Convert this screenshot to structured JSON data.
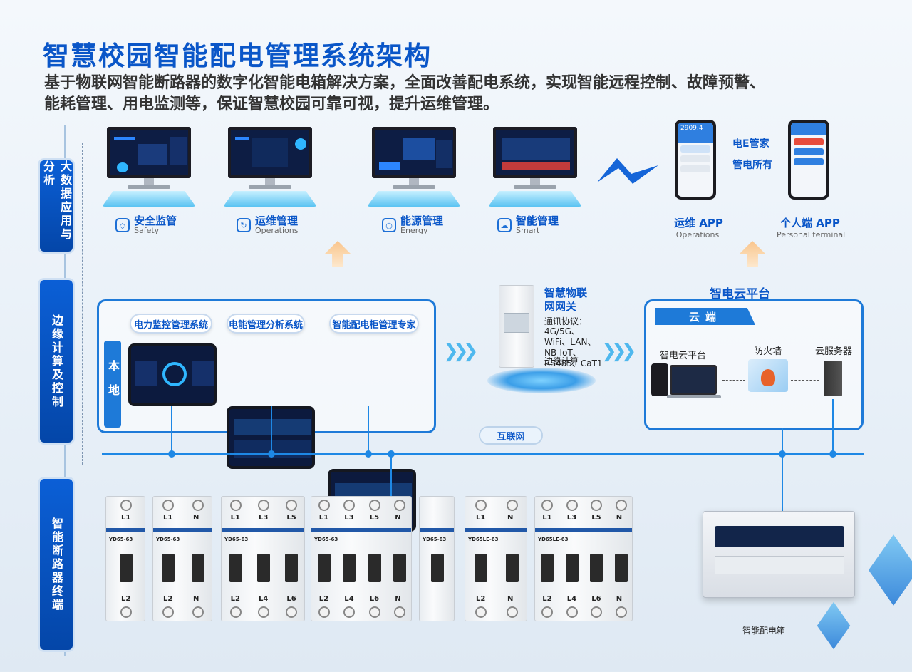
{
  "title": "智慧校园智能配电管理系统架构",
  "subtitle_line1": "基于物联网智能断路器的数字化智能电箱解决方案，全面改善配电系统，实现智能远程控制、故障预警、",
  "subtitle_line2": "能耗管理、用电监测等，保证智慧校园可靠可视，提升运维管理。",
  "layers": {
    "top": "大数据应用与分析",
    "middle": "边缘计算及控制",
    "bottom": "智能断路器终端"
  },
  "apps": [
    {
      "cn": "安全监管",
      "en": "Safety",
      "icon": "shield-icon"
    },
    {
      "cn": "运维管理",
      "en": "Operations",
      "icon": "cloud-refresh-icon"
    },
    {
      "cn": "能源管理",
      "en": "Energy",
      "icon": "bulb-icon"
    },
    {
      "cn": "智能管理",
      "en": "Smart",
      "icon": "cloud-icon"
    }
  ],
  "mobile": {
    "brand1": "电E管家",
    "brand2": "管电所有",
    "ops_app_cn": "运维 APP",
    "ops_app_en": "Operations",
    "personal_app_cn": "个人端 APP",
    "personal_app_en": "Personal terminal",
    "phone_reading": "2909.4"
  },
  "local": {
    "tag": "本地",
    "systems": [
      "电力监控管理系统",
      "电能管理分析系统",
      "智能配电柜管理专家"
    ]
  },
  "gateway": {
    "title": "智慧物联网网关",
    "protocol_label": "通讯协议：",
    "protocols": "4G/5G、WiFi、LAN、NB-IoT、RS485、CaT1",
    "edge": "边缘计算"
  },
  "cloud": {
    "platform_title": "智电云平台",
    "head": "云端",
    "items": [
      "智电云平台",
      "防火墙",
      "云服务器"
    ]
  },
  "internet": "互联网",
  "breakers": [
    {
      "top": [
        "L1"
      ],
      "bottom": [
        "L2"
      ],
      "model": "YD65-63"
    },
    {
      "top": [
        "L1",
        "N"
      ],
      "bottom": [
        "L2",
        "N"
      ],
      "model": "YD65-63"
    },
    {
      "top": [
        "L1",
        "L3",
        "L5"
      ],
      "bottom": [
        "L2",
        "L4",
        "L6"
      ],
      "model": "YD65-63"
    },
    {
      "top": [
        "L1",
        "L3",
        "L5",
        "N"
      ],
      "bottom": [
        "L2",
        "L4",
        "L6",
        "N"
      ],
      "model": "YD65-63"
    },
    {
      "top": [],
      "bottom": [],
      "model": "YD65-63"
    },
    {
      "top": [
        "L1",
        "N"
      ],
      "bottom": [
        "L2",
        "N"
      ],
      "model": "YD65LE-63"
    },
    {
      "top": [
        "L1",
        "L3",
        "L5",
        "N"
      ],
      "bottom": [
        "L2",
        "L4",
        "L6",
        "N"
      ],
      "model": "YD65LE-63"
    }
  ],
  "distribution_box": "智能配电箱"
}
